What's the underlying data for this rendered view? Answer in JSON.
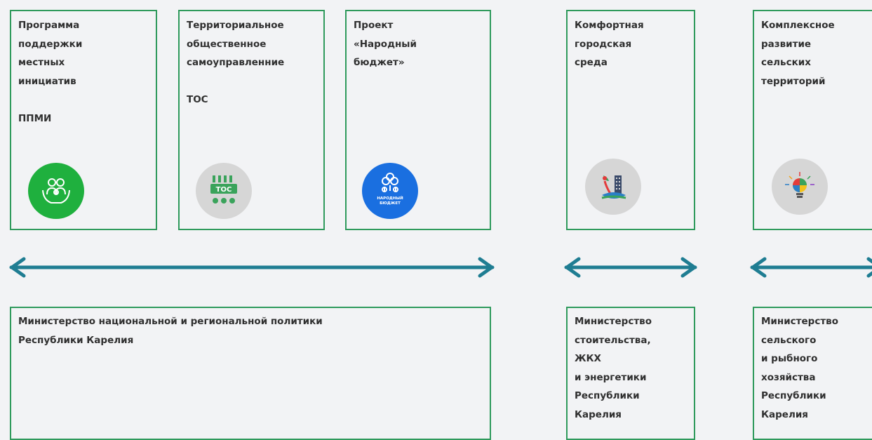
{
  "programs": [
    {
      "title": "Программа\nподдержки\nместных\nинициатив",
      "abbr": "ППМИ",
      "icon": "family-hands-icon",
      "icon_color": "#1fb03e"
    },
    {
      "title": "Территориальное\nобщественное\nсамоуправленние",
      "abbr": "ТОС",
      "icon": "tos-logo-icon",
      "icon_color": "#d6d6d6"
    },
    {
      "title": "Проект\n«Народный\nбюджет»",
      "abbr": "",
      "icon": "people-budget-icon",
      "icon_color": "#1a6fe0"
    },
    {
      "title": "Комфортная\nгородская\nсреда",
      "abbr": "",
      "icon": "city-environment-icon",
      "icon_color": "#d6d6d6"
    },
    {
      "title": "Комплексное\nразвитие\nсельских\nтерриторий",
      "abbr": "",
      "icon": "lightbulb-icon",
      "icon_color": "#d6d6d6"
    }
  ],
  "logo_text": {
    "tos": "ТОС",
    "budget_line1": "НАРОДНЫЙ",
    "budget_line2": "БЮДЖЕТ"
  },
  "ministries": [
    {
      "title": "Министерство национальной и региональной политики\nРеспублики Карелия"
    },
    {
      "title": "Министерство\nстоительства,\nЖКХ\nи энергетики\nРеспублики\nКарелия"
    },
    {
      "title": "Министерство\nсельского\nи рыбного\nхозяйства\nРеспублики\nКарелия"
    }
  ],
  "colors": {
    "border": "#2f9a5c",
    "arrow": "#1f7d92",
    "background": "#f2f3f5",
    "text": "#2f2f2f"
  }
}
